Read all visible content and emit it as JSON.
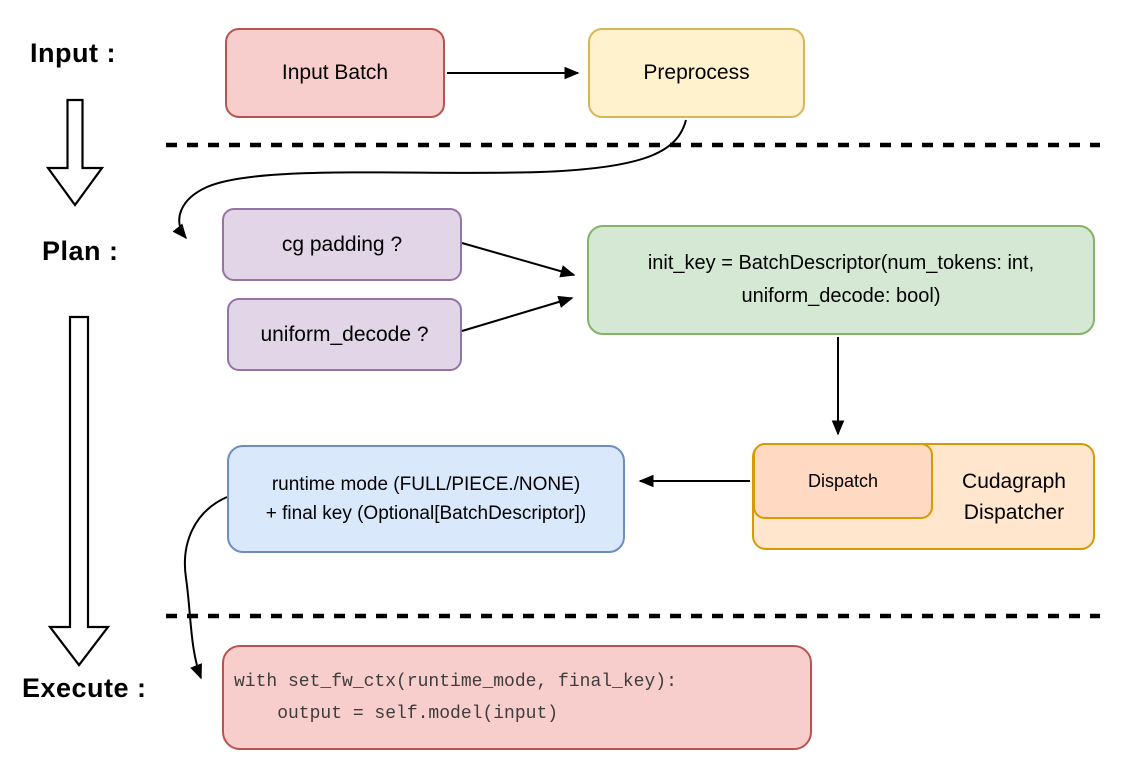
{
  "stages": {
    "input_label": "Input :",
    "plan_label": "Plan :",
    "execute_label": "Execute :"
  },
  "nodes": {
    "input_batch": "Input Batch",
    "preprocess": "Preprocess",
    "cg_padding": "cg padding ?",
    "uniform_decode": "uniform_decode ?",
    "init_key_line1": "init_key = BatchDescriptor(num_tokens: int,",
    "init_key_line2": "uniform_decode: bool)",
    "runtime_line1": "runtime mode (FULL/PIECE./NONE)",
    "runtime_line2": "+ final key (Optional[BatchDescriptor])",
    "dispatch": "Dispatch",
    "dispatcher_line1": "Cudagraph",
    "dispatcher_line2": "Dispatcher",
    "code_line1": "with set_fw_ctx(runtime_mode, final_key):",
    "code_line2": "    output = self.model(input)"
  },
  "colors": {
    "red_fill": "#f8cecc",
    "red_border": "#b85450",
    "yellow_fill": "#fff2cc",
    "yellow_border": "#d6b656",
    "purple_fill": "#e1d5e7",
    "purple_border": "#9673a6",
    "green_fill": "#d5e8d4",
    "green_border": "#82b366",
    "orange_fill": "#ffe6cc",
    "orange_border": "#d79b00",
    "dispatch_fill": "#ffd9c2",
    "blue_fill": "#dae8fc",
    "blue_border": "#6c8ebf",
    "line_color": "#000000"
  }
}
